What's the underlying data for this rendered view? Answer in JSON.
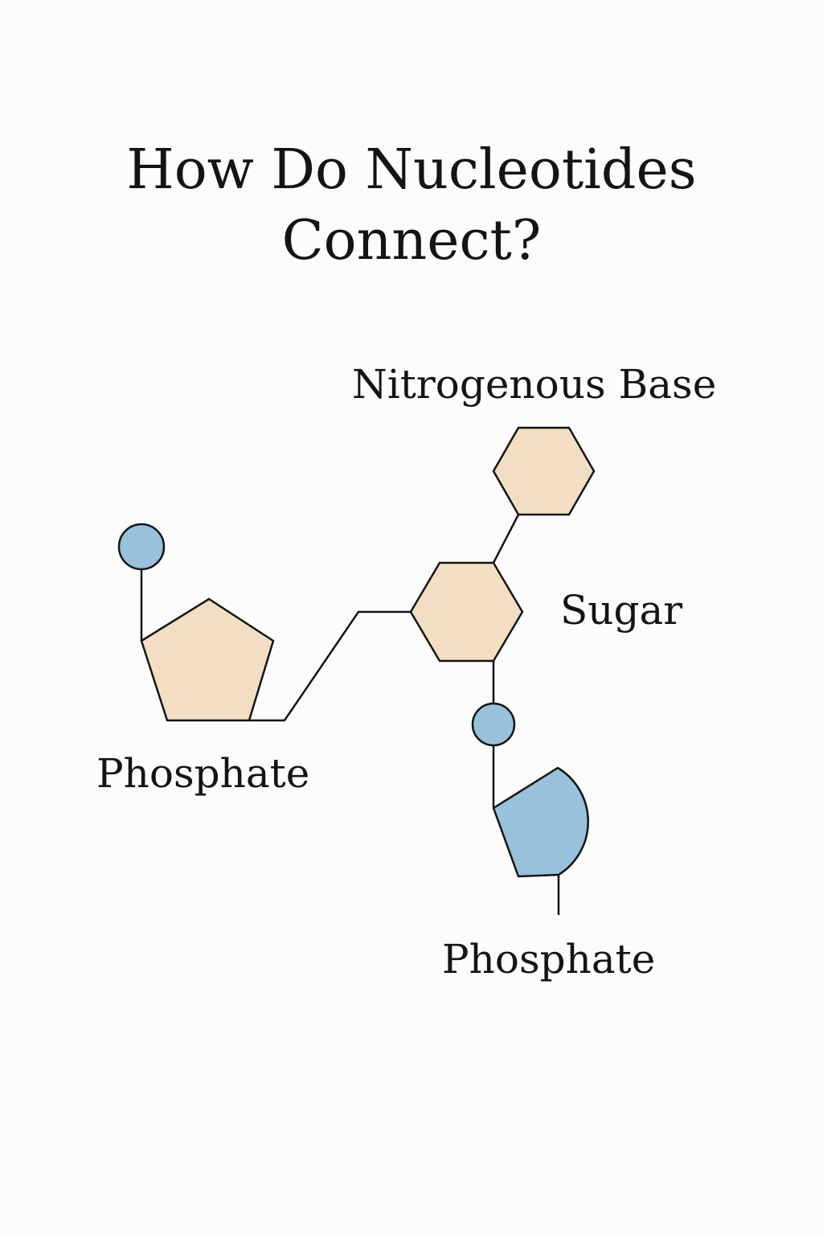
{
  "title": {
    "line1": "How Do Nucleotides",
    "line2": "Connect?"
  },
  "labels": {
    "nitrogenous_base": "Nitrogenous Base",
    "sugar": "Sugar",
    "phosphate_left": "Phosphate",
    "phosphate_bottom": "Phosphate"
  },
  "colors": {
    "sugar_fill": "#f2dfc3",
    "phosphate_fill": "#98c1db",
    "stroke": "#141414",
    "background": "#fcfcfc"
  }
}
